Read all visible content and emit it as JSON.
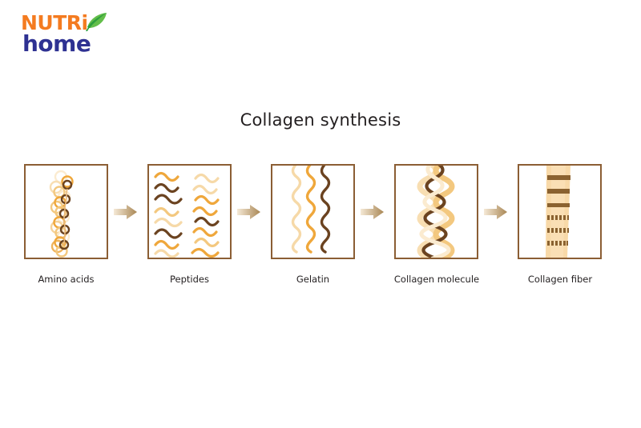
{
  "logo": {
    "name": "NUTRi home",
    "line1": "NUTRi",
    "line2": "home",
    "leaf_icon": "leaf-icon",
    "colors": {
      "orange": "#F47B20",
      "blue": "#2E3192",
      "leaf_green": "#5EBB46",
      "leaf_dark_green": "#2E9E3E"
    }
  },
  "title": "Collagen synthesis",
  "diagram": {
    "type": "process-flow",
    "direction": "left-to-right",
    "colors": {
      "panel_border": "#8B5E34",
      "panel_background": "#FFFFFF",
      "dark_brown": "#6B4320",
      "mid_brown": "#8B5E34",
      "gold": "#EFA73B",
      "light_tan": "#F6D9A8",
      "pale_cream": "#FBEBD0",
      "arrow_light": "#F2E4CE",
      "arrow_dark": "#A98755",
      "fiber_band": "#F8D9A8",
      "fiber_stripe": "#8B6230"
    },
    "stages": [
      {
        "id": "amino-acids",
        "label": "Amino acids",
        "illustration": "chain-of-rings",
        "description": "Vertical chain of alternating dark brown and tan circular rings"
      },
      {
        "id": "peptides",
        "label": "Peptides",
        "illustration": "short-wavy-segments",
        "description": "Grid of short wavy line segments in brown, gold and cream"
      },
      {
        "id": "gelatin",
        "label": "Gelatin",
        "illustration": "three-vertical-waves",
        "description": "Three loose vertical wavy strands: cream, gold, dark brown"
      },
      {
        "id": "collagen-molecule",
        "label": "Collagen molecule",
        "illustration": "triple-helix",
        "description": "Braided triple helix of tan and dark brown strands"
      },
      {
        "id": "collagen-fiber",
        "label": "Collagen fiber",
        "illustration": "banded-fiber",
        "description": "Tan vertical fiber band with dark horizontal striations"
      }
    ],
    "arrows": [
      {
        "id": "arrow-1",
        "from": "amino-acids",
        "to": "peptides"
      },
      {
        "id": "arrow-2",
        "from": "peptides",
        "to": "gelatin"
      },
      {
        "id": "arrow-3",
        "from": "gelatin",
        "to": "collagen-molecule"
      },
      {
        "id": "arrow-4",
        "from": "collagen-molecule",
        "to": "collagen-fiber"
      }
    ]
  }
}
